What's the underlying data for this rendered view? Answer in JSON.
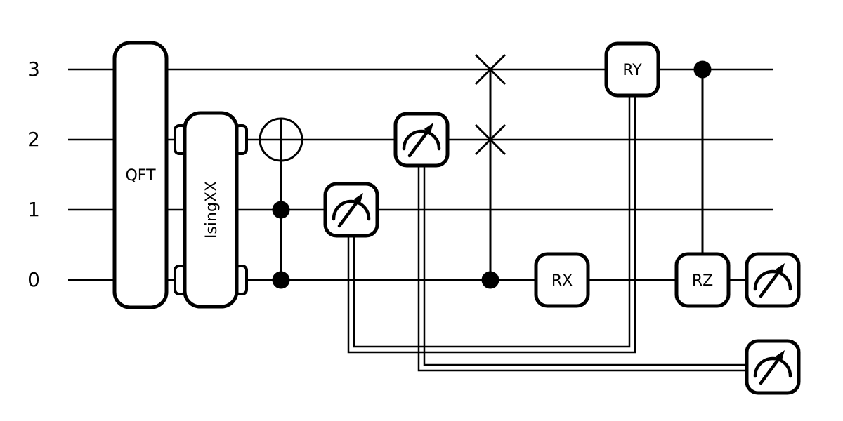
{
  "figure": {
    "kind": "quantum-circuit-diagram",
    "background_color": "#ffffff",
    "line_color": "#000000"
  },
  "wires": {
    "labels": [
      "3",
      "2",
      "1",
      "0"
    ]
  },
  "gates": {
    "qft": {
      "label": "QFT"
    },
    "isingxx": {
      "label": "IsingXX"
    },
    "rx": {
      "label": "RX"
    },
    "ry": {
      "label": "RY"
    },
    "rz": {
      "label": "RZ"
    }
  },
  "icons": {
    "measurement": "gauge-meter-icon",
    "control": "control-dot-icon",
    "cnot_target": "circle-plus-target-icon",
    "swap": "swap-cross-icon"
  }
}
